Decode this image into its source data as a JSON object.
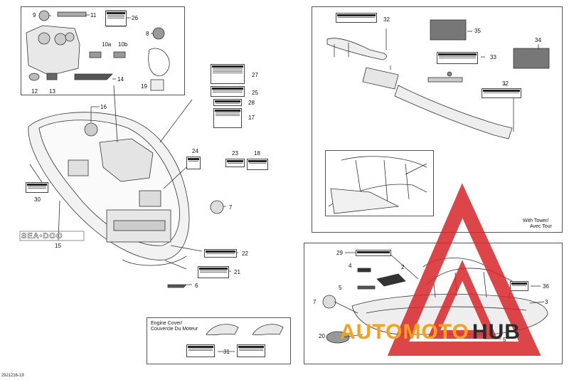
{
  "labels": {
    "l9": "9",
    "l11": "11",
    "l26": "26",
    "l8": "8",
    "l10a": "10a",
    "l10b": "10b",
    "l12": "12",
    "l13": "13",
    "l14": "14",
    "l19": "19",
    "l16": "16",
    "l27": "27",
    "l25": "25",
    "l28": "28",
    "l17": "17",
    "l24": "24",
    "l23": "23",
    "l18": "18",
    "l30": "30",
    "l7": "7",
    "l15": "15",
    "l22": "22",
    "l21": "21",
    "l6": "6",
    "l31": "31",
    "l32a": "32",
    "l35": "35",
    "l34": "34",
    "l33": "33",
    "l32b": "32",
    "l29": "29",
    "l4": "4",
    "l2": "2",
    "l5": "5",
    "l36": "36",
    "l7b": "7",
    "l3": "3",
    "l20": "20",
    "l5b": "5"
  },
  "captions": {
    "engine_cover_line1": "Engine Cover/",
    "engine_cover_line2": "Couvercle Du Moteur",
    "tower_line1": "With Tower/",
    "tower_line2": "Avec Tour",
    "boat_logo": "SEA•DOO"
  },
  "watermark": {
    "text_auto": "AUTO",
    "text_moto": "MOTO",
    "text_hub": "HUB",
    "color_red": "#d8262a",
    "color_orange": "#f2a31b",
    "color_dark": "#2b2b2b"
  },
  "footer": {
    "code": "29J1216-19"
  }
}
